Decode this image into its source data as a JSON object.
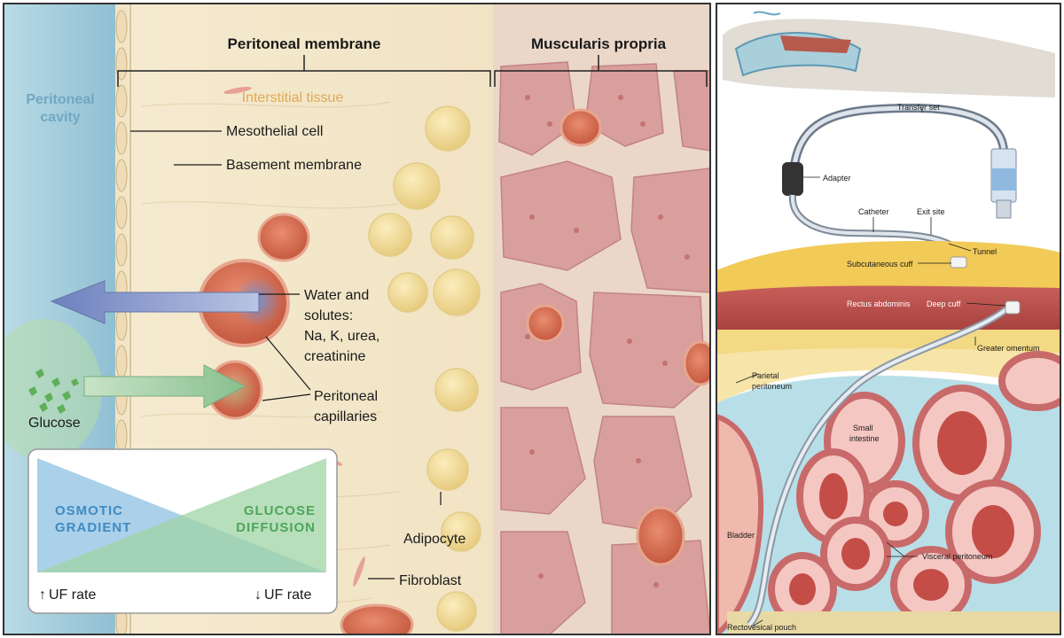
{
  "left_panel": {
    "headers": {
      "peritoneal_membrane": "Peritoneal membrane",
      "muscularis_propria": "Muscularis propria"
    },
    "cavity_label": [
      "Peritoneal",
      "cavity"
    ],
    "interstitial_tissue": "Interstitial tissue",
    "labels": {
      "mesothelial_cell": "Mesothelial cell",
      "basement_membrane": "Basement membrane",
      "water_solutes": [
        "Water and",
        "solutes:",
        "Na, K, urea,",
        "creatinine"
      ],
      "peritoneal_capillaries": [
        "Peritoneal",
        "capillaries"
      ],
      "glucose": "Glucose",
      "adipocyte": "Adipocyte",
      "fibroblast": "Fibroblast"
    },
    "legend_box": {
      "osmotic": [
        "OSMOTIC",
        "GRADIENT"
      ],
      "glucose_diffusion": [
        "GLUCOSE",
        "DIFFUSION"
      ],
      "uf_up": "UF rate",
      "uf_down": "UF rate",
      "uf_up_arrow": "↑",
      "uf_down_arrow": "↓"
    },
    "colors": {
      "cavity": "#9fc8d8",
      "membrane": "#f3e6c8",
      "muscle": "#d9a3a3",
      "capillary": "#d46a4f",
      "adipocyte": "#f1dc99",
      "osmotic_arrow": "#8497c8",
      "glucose_arrow": "#9cc8a4",
      "osmotic_text": "#3f8bc2",
      "glucose_text": "#4ea65a"
    }
  },
  "right_panel": {
    "labels": {
      "transfer_set": "Transfer set",
      "adapter": "Adapter",
      "catheter": "Catheter",
      "exit_site": "Exit site",
      "tunnel": "Tunnel",
      "subcutaneous_cuff": "Subcutaneous cuff",
      "rectus_abdominis": "Rectus abdominis",
      "deep_cuff": "Deep cuff",
      "greater_omentum": "Greater omentum",
      "parietal_peritoneum": [
        "Parietal",
        "peritoneum"
      ],
      "small_intestine": [
        "Small",
        "intestine"
      ],
      "bladder": "Bladder",
      "visceral_peritoneum": "Visceral peritoneum",
      "rectovesical_pouch": "Rectovesical pouch"
    }
  }
}
